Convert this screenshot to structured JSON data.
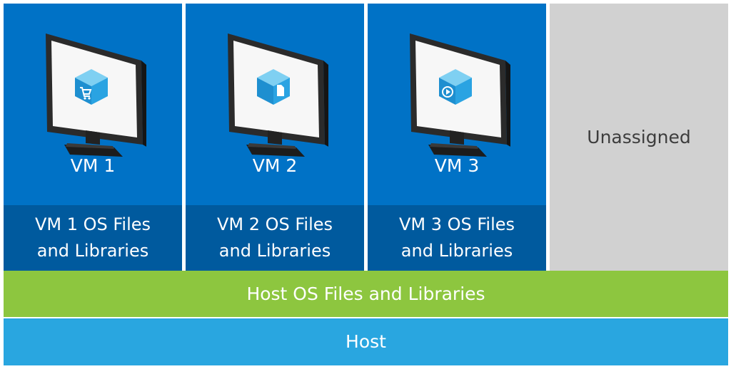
{
  "vms": [
    {
      "label": "VM 1",
      "os_line1": "VM 1 OS Files",
      "os_line2": "and Libraries",
      "app_icon": "shopping-cart-icon"
    },
    {
      "label": "VM 2",
      "os_line1": "VM 2 OS Files",
      "os_line2": "and Libraries",
      "app_icon": "document-icon"
    },
    {
      "label": "VM 3",
      "os_line1": "VM 3 OS Files",
      "os_line2": "and Libraries",
      "app_icon": "play-icon"
    }
  ],
  "unassigned": {
    "label": "Unassigned"
  },
  "host_os": {
    "label": "Host OS Files and Libraries"
  },
  "host": {
    "label": "Host"
  },
  "colors": {
    "vm_blue": "#0072c6",
    "vm_os_blue": "#005a9e",
    "unassigned_gray": "#d1d1d1",
    "host_os_green": "#8dc63f",
    "host_blue": "#29a6e0"
  }
}
